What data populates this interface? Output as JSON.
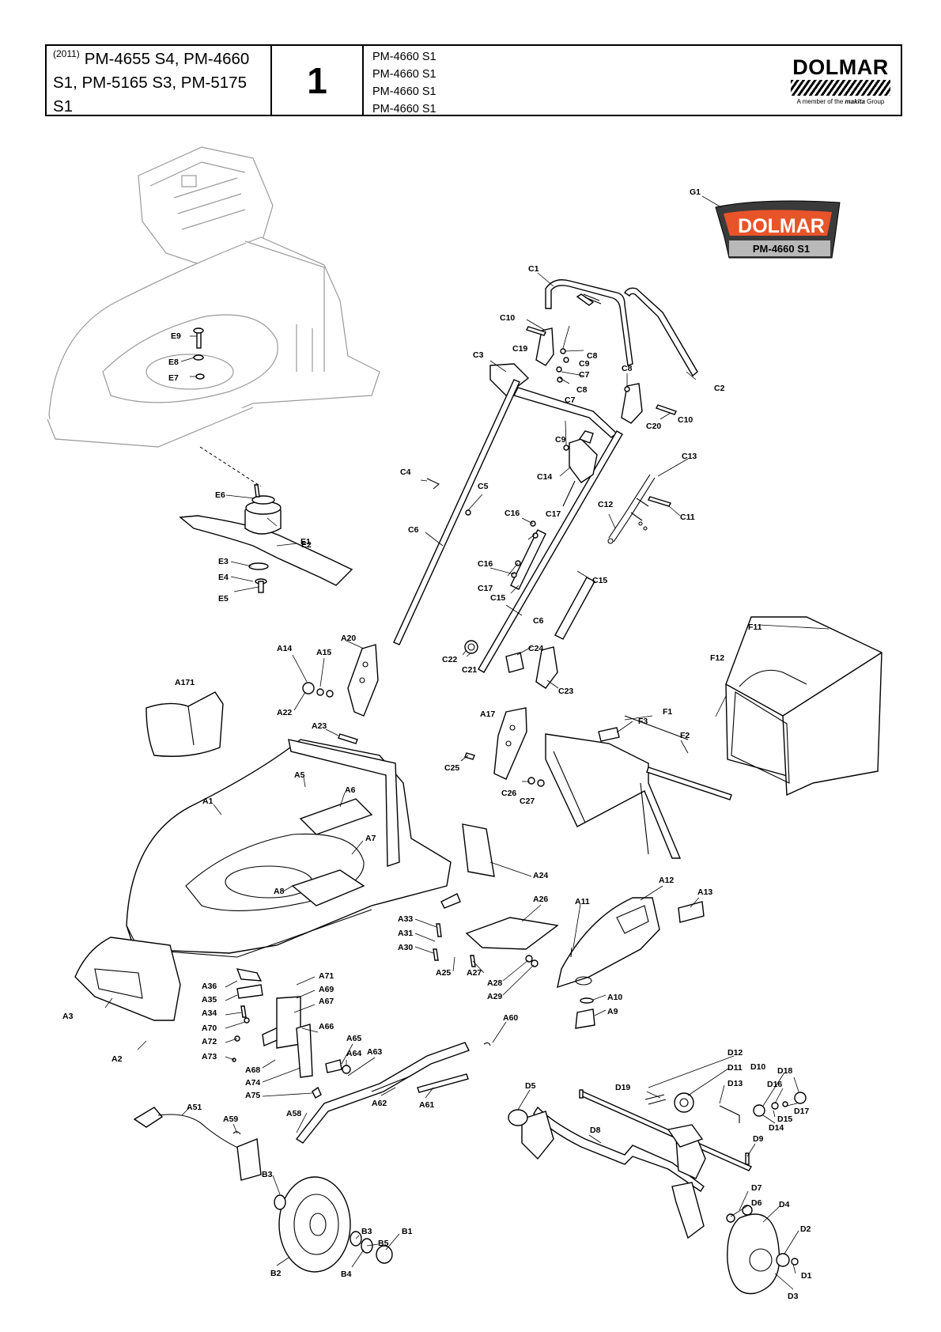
{
  "header": {
    "year": "(2011)",
    "models_line1": "PM-4655 S4, PM-4660",
    "models_line2": "S1, PM-5165 S3, PM-5175 S1",
    "page_number": "1",
    "variants": [
      "PM-4660 S1",
      "PM-4660 S1",
      "PM-4660 S1",
      "PM-4660 S1"
    ],
    "brand": "DOLMAR",
    "tagline_prefix": "A member of the",
    "tagline_brand": "makita",
    "tagline_suffix": "Group"
  },
  "decal": {
    "brand": "DOLMAR",
    "model": "PM-4660 S1",
    "brand_color": "#e8542a"
  },
  "labels": {
    "G1": "G1",
    "C1": "C1",
    "C2": "C2",
    "C3": "C3",
    "C4": "C4",
    "C5": "C5",
    "C6": "C6",
    "C6b": "C6",
    "C7": "C7",
    "C7b": "C7",
    "C8": "C8",
    "C8b": "C8",
    "C8c": "C8",
    "C9": "C9",
    "C9b": "C9",
    "C10": "C10",
    "C10b": "C10",
    "C11": "C11",
    "C12": "C12",
    "C13": "C13",
    "C14": "C14",
    "C15": "C15",
    "C15b": "C15",
    "C16": "C16",
    "C16b": "C16",
    "C17": "C17",
    "C17b": "C17",
    "C19": "C19",
    "C20": "C20",
    "C21": "C21",
    "C22": "C22",
    "C23": "C23",
    "C24": "C24",
    "C25": "C25",
    "C26": "C26",
    "C27": "C27",
    "E1": "E1",
    "E2": "E2",
    "E3": "E3",
    "E4": "E4",
    "E5": "E5",
    "E6": "E6",
    "E7": "E7",
    "E8": "E8",
    "E9": "E9",
    "F1": "F1",
    "F2": "F2",
    "F3": "F3",
    "F11": "F11",
    "F12": "F12",
    "A1": "A1",
    "A2": "A2",
    "A3": "A3",
    "A5": "A5",
    "A6": "A6",
    "A7": "A7",
    "A8": "A8",
    "A9": "A9",
    "A10": "A10",
    "A11": "A11",
    "A12": "A12",
    "A13": "A13",
    "A14": "A14",
    "A15": "A15",
    "A17": "A17",
    "A20": "A20",
    "A22": "A22",
    "A23": "A23",
    "A24": "A24",
    "A25": "A25",
    "A26": "A26",
    "A27": "A27",
    "A28": "A28",
    "A29": "A29",
    "A30": "A30",
    "A31": "A31",
    "A33": "A33",
    "A34": "A34",
    "A35": "A35",
    "A36": "A36",
    "A51": "A51",
    "A58": "A58",
    "A59": "A59",
    "A60": "A60",
    "A61": "A61",
    "A62": "A62",
    "A63": "A63",
    "A64": "A64",
    "A65": "A65",
    "A66": "A66",
    "A67": "A67",
    "A68": "A68",
    "A69": "A69",
    "A70": "A70",
    "A71": "A71",
    "A72": "A72",
    "A73": "A73",
    "A74": "A74",
    "A75": "A75",
    "A171": "A171",
    "B1": "B1",
    "B2": "B2",
    "B3": "B3",
    "B3b": "B3",
    "B4": "B4",
    "B5": "B5",
    "D1": "D1",
    "D2": "D2",
    "D3": "D3",
    "D4": "D4",
    "D5": "D5",
    "D6": "D6",
    "D7": "D7",
    "D8": "D8",
    "D9": "D9",
    "D10": "D10",
    "D11": "D11",
    "D12": "D12",
    "D13": "D13",
    "D14": "D14",
    "D15": "D15",
    "D16": "D16",
    "D17": "D17",
    "D18": "D18",
    "D19": "D19"
  }
}
